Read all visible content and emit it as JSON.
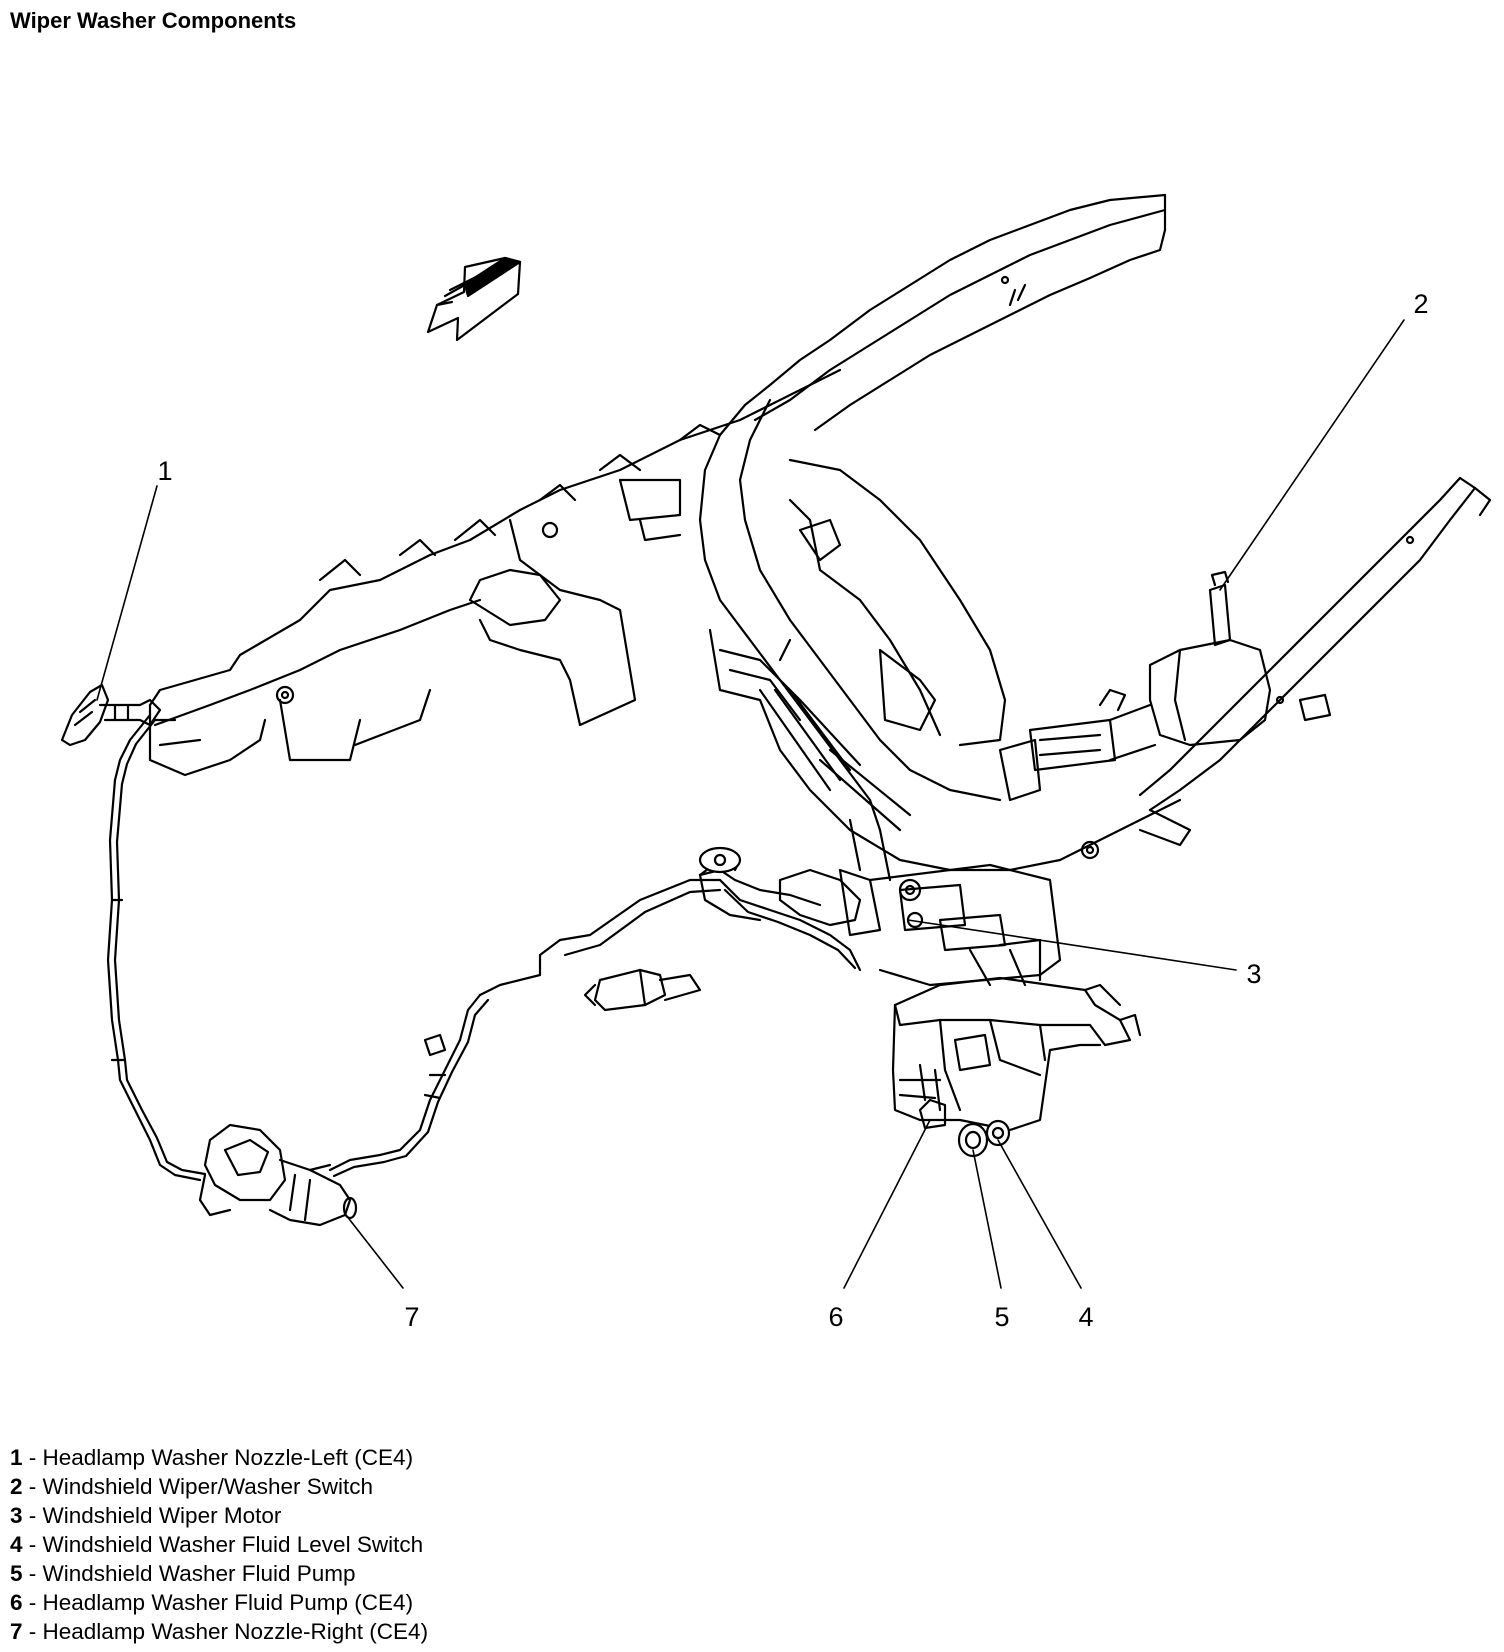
{
  "title": "Wiper Washer Components",
  "callouts": [
    {
      "num": "1",
      "label": "Headlamp Washer Nozzle-Left (CE4)",
      "sep": " - "
    },
    {
      "num": "2",
      "label": "Windshield Wiper/Washer Switch",
      "sep": " - "
    },
    {
      "num": "3",
      "label": "Windshield Wiper Motor",
      "sep": " - "
    },
    {
      "num": "4",
      "label": "Windshield Washer Fluid Level Switch",
      "sep": " - "
    },
    {
      "num": "5",
      "label": "Windshield Washer Fluid Pump",
      "sep": " - "
    },
    {
      "num": "6",
      "label": "Headlamp Washer Fluid Pump (CE4)",
      "sep": " - "
    },
    {
      "num": "7",
      "label": "Headlamp Washer Nozzle-Right (CE4)",
      "sep": " - "
    }
  ]
}
